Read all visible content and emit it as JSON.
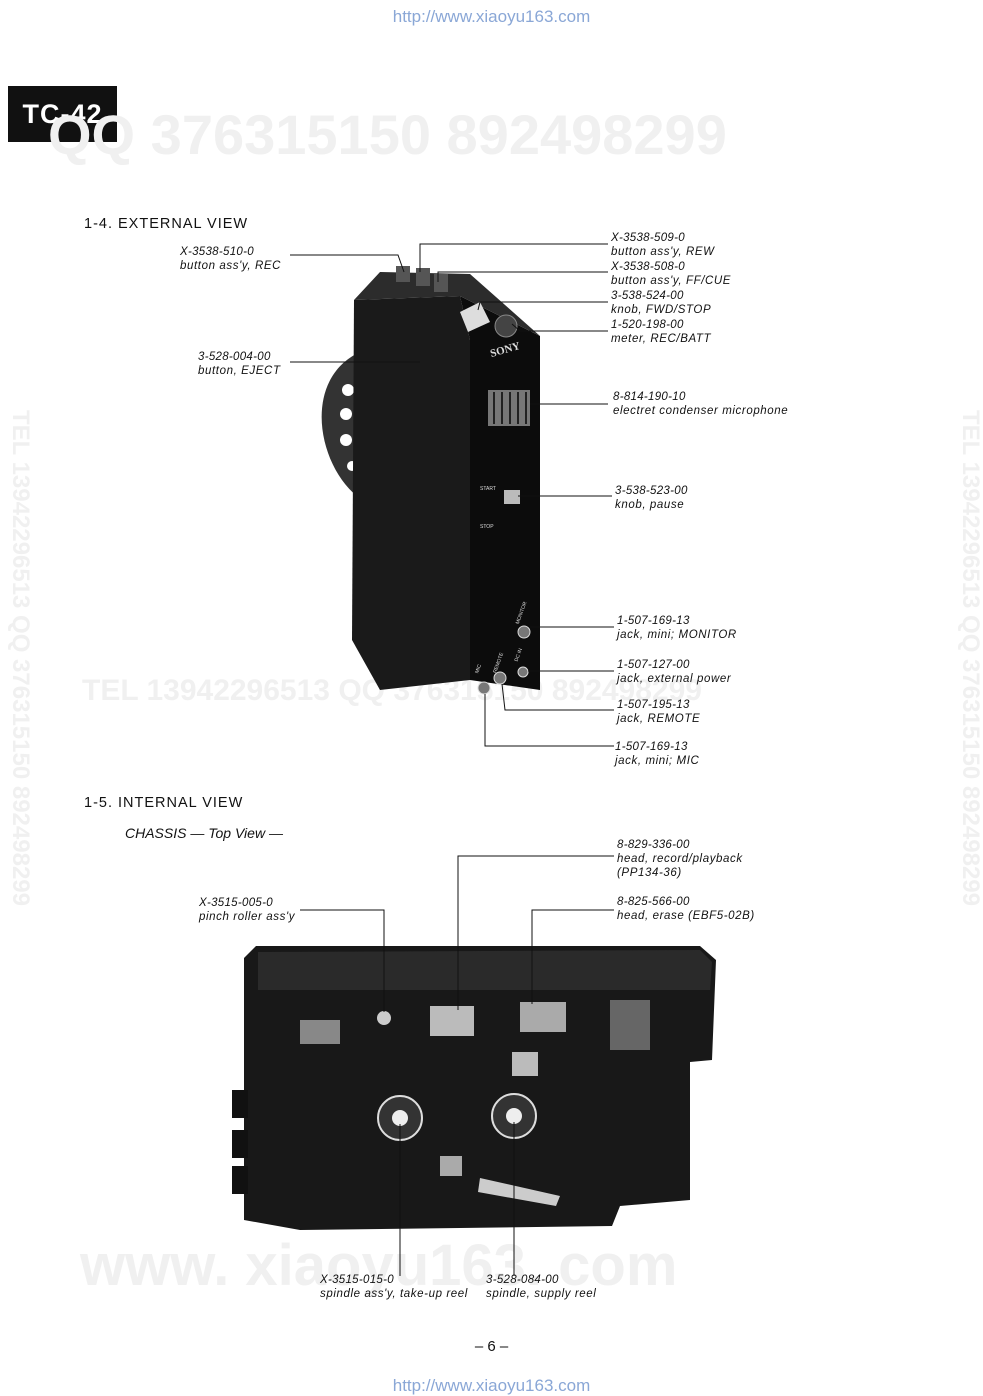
{
  "url_top": "http://www.xiaoyu163.com",
  "url_bottom": "http://www.xiaoyu163.com",
  "model": "TC-42",
  "watermarks": [
    "QQ 376315150   892498299",
    "TEL 13942296513   QQ 376315150   892498299",
    "www. xiaoyu163. com",
    "TEL 13942296513 QQ 376315150 892498299",
    "TEL 13942296513 QQ 376315150 892498299"
  ],
  "external_view": {
    "heading": "1-4.  EXTERNAL VIEW",
    "device_texts": [
      "SONY",
      "START",
      "STOP",
      "MONITOR",
      "MIC",
      "REMOTE",
      "DC IN"
    ],
    "labels": [
      {
        "part": "X-3538-510-0",
        "desc": "button ass'y, REC"
      },
      {
        "part": "3-528-004-00",
        "desc": "button, EJECT"
      },
      {
        "part": "X-3538-509-0",
        "desc": "button ass'y, REW"
      },
      {
        "part": "X-3538-508-0",
        "desc": "button ass'y, FF/CUE"
      },
      {
        "part": "3-538-524-00",
        "desc": "knob, FWD/STOP"
      },
      {
        "part": "1-520-198-00",
        "desc": "meter, REC/BATT"
      },
      {
        "part": "8-814-190-10",
        "desc": "electret condenser microphone"
      },
      {
        "part": "3-538-523-00",
        "desc": "knob, pause"
      },
      {
        "part": "1-507-169-13",
        "desc": "jack, mini; MONITOR"
      },
      {
        "part": "1-507-127-00",
        "desc": "jack, external power"
      },
      {
        "part": "1-507-195-13",
        "desc": "jack, REMOTE"
      },
      {
        "part": "1-507-169-13",
        "desc": "jack, mini; MIC"
      }
    ]
  },
  "internal_view": {
    "heading": "1-5.  INTERNAL VIEW",
    "subheading": "CHASSIS — Top View —",
    "labels": [
      {
        "part": "8-829-336-00",
        "desc": "head, record/playback",
        "desc2": "(PP134-36)"
      },
      {
        "part": "X-3515-005-0",
        "desc": "pinch roller ass'y"
      },
      {
        "part": "8-825-566-00",
        "desc": "head, erase (EBF5-02B)"
      },
      {
        "part": "X-3515-015-0",
        "desc": "spindle ass'y, take-up reel"
      },
      {
        "part": "3-528-084-00",
        "desc": "spindle, supply reel"
      }
    ]
  },
  "page_number": "– 6 –"
}
